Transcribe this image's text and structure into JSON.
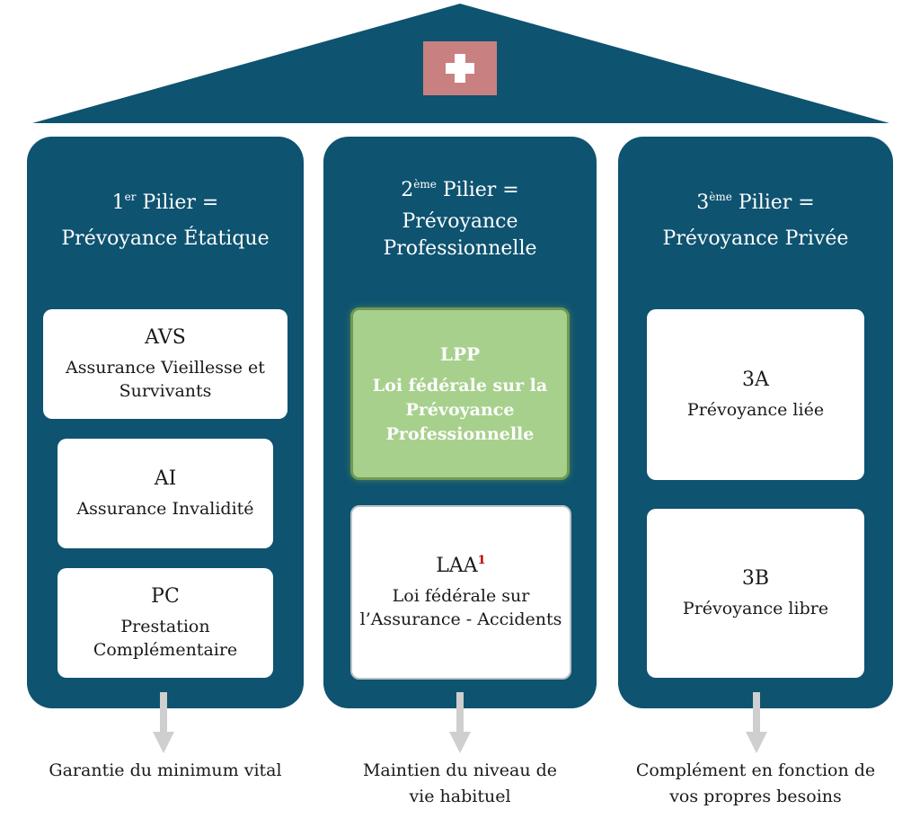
{
  "colors": {
    "pillar": "#0e5370",
    "roof": "#0e5370",
    "flag": "#c98081",
    "highlight_box": "#a7d08c",
    "footnote_marker": "#c00000",
    "arrow": "#cfcfcf"
  },
  "icons": {
    "flag": "swiss-cross-icon",
    "arrow": "arrow-down-icon"
  },
  "pillars": [
    {
      "ordinal": "1",
      "ordinal_suffix": "er",
      "title_rest": " Pilier =",
      "subtitle": "Prévoyance Étatique",
      "boxes": [
        {
          "abbr": "AVS",
          "desc": "Assurance Vieillesse et Survivants"
        },
        {
          "abbr": "AI",
          "desc": "Assurance Invalidité"
        },
        {
          "abbr": "PC",
          "desc": "Prestation Complémentaire"
        }
      ],
      "caption": "Garantie du minimum vital"
    },
    {
      "ordinal": "2",
      "ordinal_suffix": "ème",
      "title_rest": " Pilier =",
      "subtitle": "Prévoyance Professionnelle",
      "boxes": [
        {
          "abbr": "LPP",
          "desc": "Loi fédérale sur la Prévoyance Professionnelle"
        },
        {
          "abbr": "LAA",
          "footnote": "1",
          "desc": "Loi fédérale sur l’Assurance - Accidents"
        }
      ],
      "caption": "Maintien du niveau de vie habituel"
    },
    {
      "ordinal": "3",
      "ordinal_suffix": "ème",
      "title_rest": " Pilier =",
      "subtitle": "Prévoyance Privée",
      "boxes": [
        {
          "abbr": "3A",
          "desc": "Prévoyance liée"
        },
        {
          "abbr": "3B",
          "desc": "Prévoyance libre"
        }
      ],
      "caption": "Complément en fonction de vos propres besoins"
    }
  ]
}
